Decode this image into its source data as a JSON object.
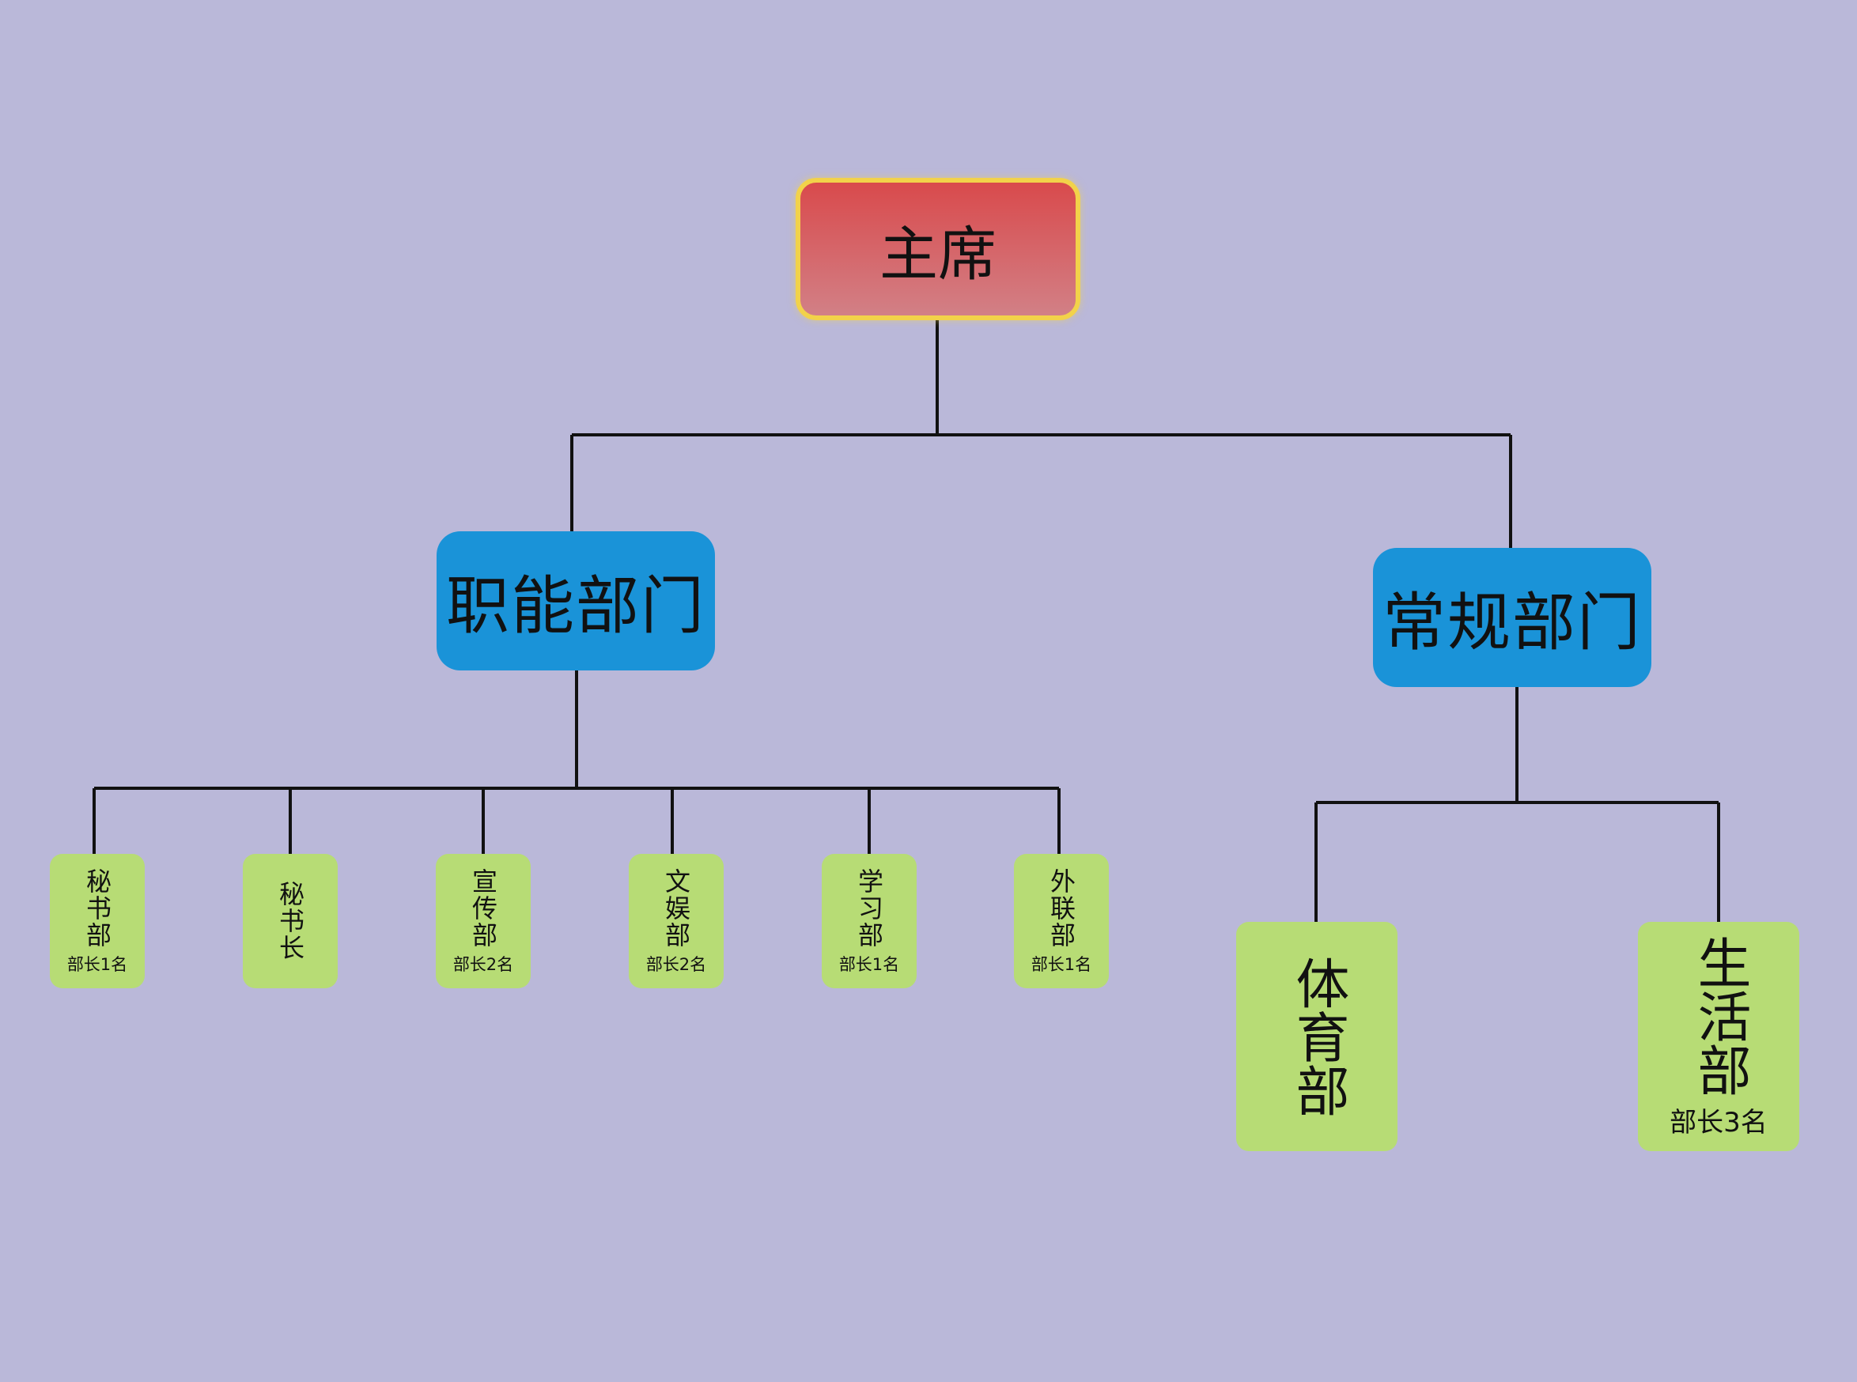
{
  "root": {
    "label": "主席"
  },
  "divisions": [
    {
      "label": "职能部门"
    },
    {
      "label": "常规部门"
    }
  ],
  "functional_units": [
    {
      "label": "秘书部",
      "sub": "部长1名"
    },
    {
      "label": "秘书长",
      "sub": ""
    },
    {
      "label": "宣传部",
      "sub": "部长2名"
    },
    {
      "label": "文娱部",
      "sub": "部长2名"
    },
    {
      "label": "学习部",
      "sub": "部长1名"
    },
    {
      "label": "外联部",
      "sub": "部长1名"
    }
  ],
  "regular_units": [
    {
      "label": "体育部",
      "sub": ""
    },
    {
      "label": "生活部",
      "sub": "部长3名"
    }
  ],
  "colors": {
    "background": "#bab8d9",
    "root_fill": "#d94a4c",
    "root_border": "#f2d24a",
    "division_fill": "#1a93d8",
    "unit_fill": "#b7dc75",
    "connector": "#111111"
  }
}
